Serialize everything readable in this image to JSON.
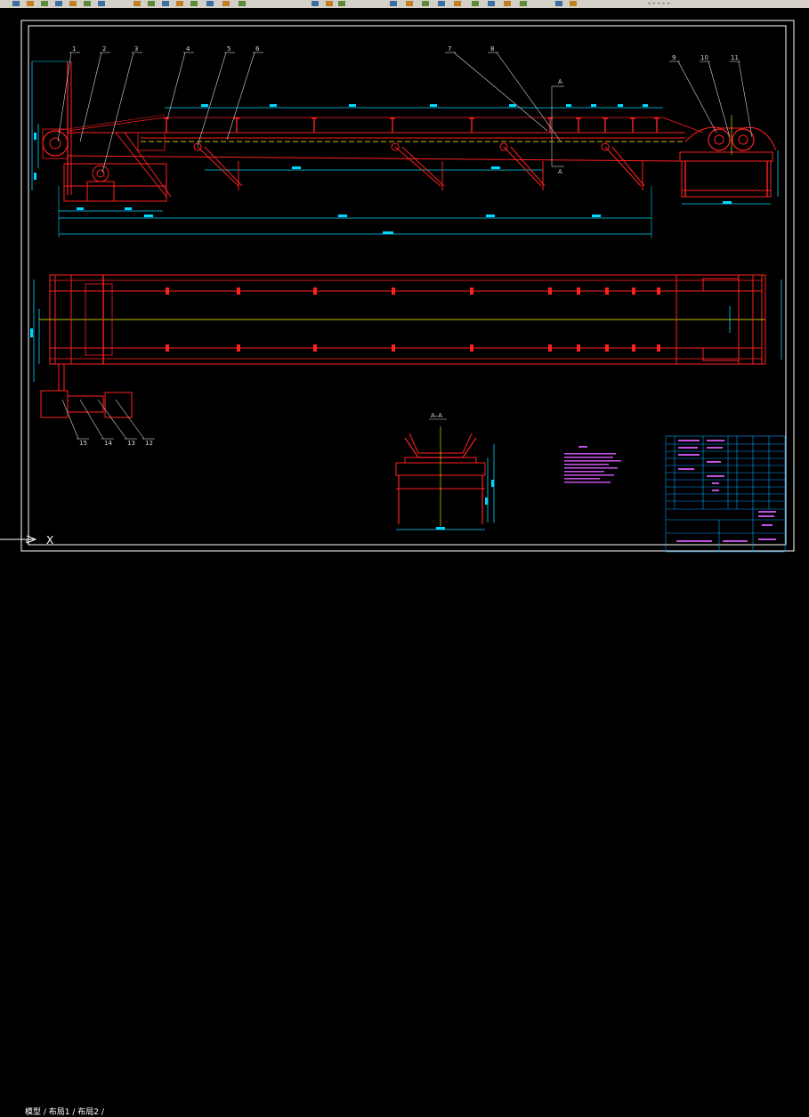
{
  "toolbar": {
    "title_fragment": "- - - - -",
    "icons": [
      "new-icon",
      "open-icon",
      "save-icon",
      "print-icon",
      "cut-icon",
      "copy-icon",
      "paste-icon",
      "undo-icon",
      "redo-icon",
      "pan-icon",
      "zoom-icon",
      "properties-icon",
      "layer-icon",
      "match-icon",
      "help-icon"
    ]
  },
  "drawing": {
    "callouts": [
      "1",
      "2",
      "3",
      "4",
      "5",
      "6",
      "7",
      "8",
      "9",
      "10",
      "11",
      "12",
      "13",
      "14",
      "15"
    ],
    "section_label": "A–A",
    "section_marker": "A"
  },
  "ucs": {
    "axis_label": "X"
  },
  "tabs": {
    "text": "模型 / 布局1 / 布局2 /"
  },
  "colors": {
    "background": "#000000",
    "frame": "#ffffff",
    "linework": "#ff2020",
    "dimensions": "#00d8ff",
    "centerline": "#ffff00",
    "leaders": "#d8d8d8",
    "notes": "#c050e0",
    "titleblock": "#00a0ff"
  }
}
